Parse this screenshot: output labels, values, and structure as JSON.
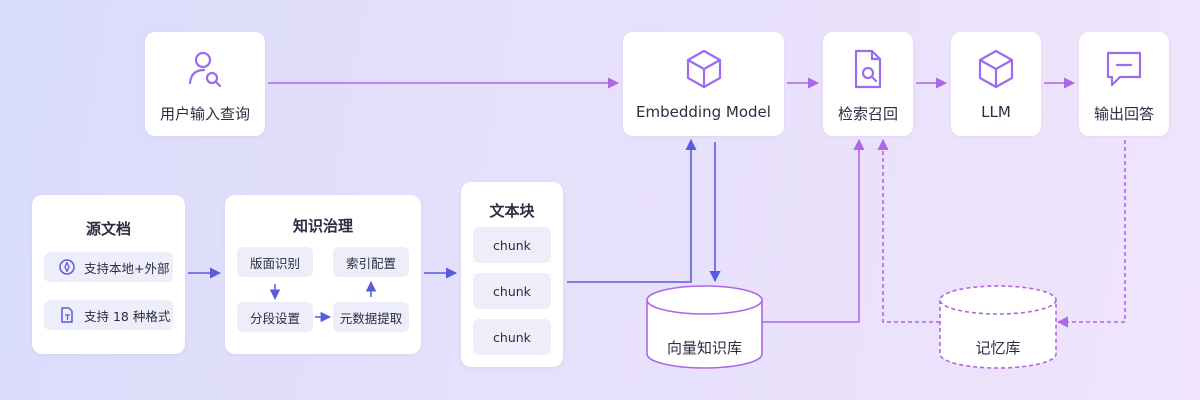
{
  "nodes": {
    "user_query": "用户输入查询",
    "embedding_model": "Embedding Model",
    "retrieval": "检索召回",
    "llm": "LLM",
    "output_answer": "输出回答"
  },
  "source_docs": {
    "title": "源文档",
    "items": [
      "支持本地+外部",
      "支持 18 种格式"
    ]
  },
  "governance": {
    "title": "知识治理",
    "steps": [
      "版面识别",
      "分段设置",
      "元数据提取",
      "索引配置"
    ]
  },
  "text_blocks": {
    "title": "文本块",
    "chunks": [
      "chunk",
      "chunk",
      "chunk"
    ]
  },
  "vector_db": "向量知识库",
  "memory_db": "记忆库",
  "colors": {
    "blue_arrow": "#5a5bdc",
    "purple_arrow": "#b066e8",
    "icon_purple": "#9b6cf0",
    "pill_bg": "#eeeefb"
  }
}
